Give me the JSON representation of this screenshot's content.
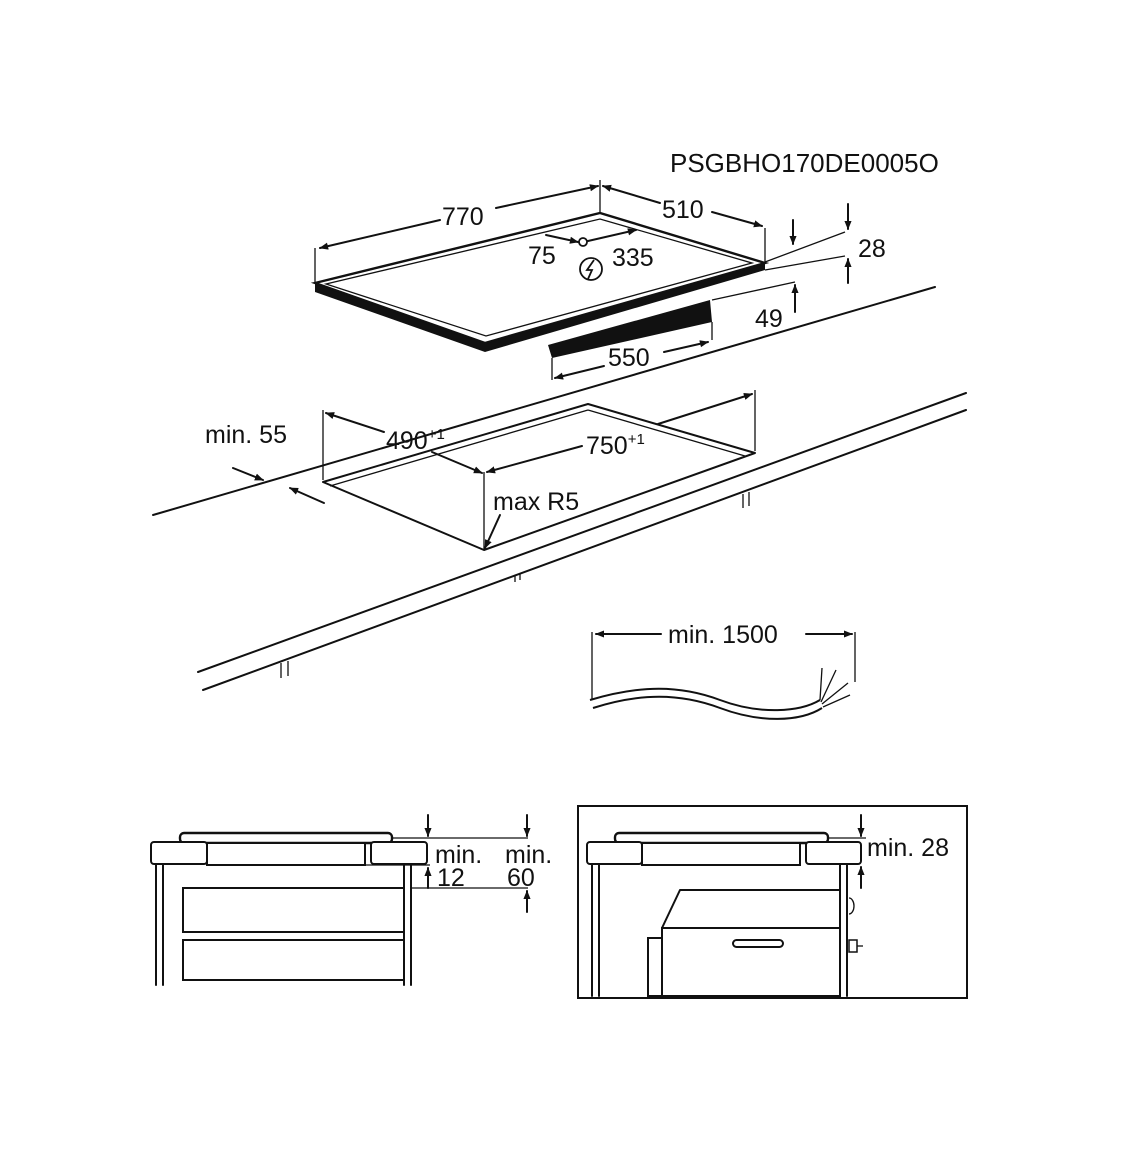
{
  "product_code": "PSGBHO170DE0005O",
  "hob": {
    "width": "770",
    "depth": "510",
    "thickness": "28",
    "cable_offset_x": "75",
    "cable_offset_y": "335",
    "body_height": "49",
    "body_width": "550"
  },
  "cutout": {
    "depth": "490",
    "depth_tol": "+1",
    "width": "750",
    "width_tol": "+1",
    "front_min": "min. 55",
    "corner_radius": "max R5"
  },
  "cable": {
    "length": "min. 1500"
  },
  "section_left": {
    "gap_label_a": "min.",
    "gap_value_a": "12",
    "gap_label_b": "min.",
    "gap_value_b": "60"
  },
  "section_right": {
    "gap": "min. 28"
  },
  "icons": {
    "electrical": "lightning-bolt-icon"
  }
}
